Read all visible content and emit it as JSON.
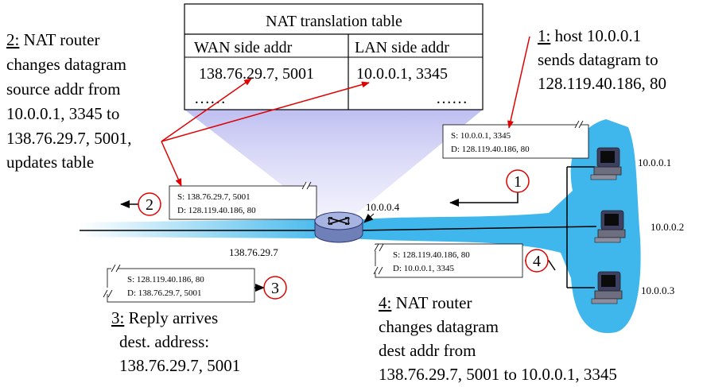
{
  "nat_table": {
    "title": "NAT translation table",
    "wan_header": "WAN side addr",
    "lan_header": "LAN side addr",
    "wan_value": "138.76.29.7, 5001",
    "lan_value": "10.0.0.1, 3345",
    "wan_more": "……",
    "lan_more": "……"
  },
  "step1": {
    "num": "1:",
    "lines": [
      " host 10.0.0.1",
      "sends datagram to",
      "128.119.40.186, 80"
    ]
  },
  "step2": {
    "num": "2:",
    "lines": [
      " NAT router",
      "changes datagram",
      "source addr from",
      "10.0.0.1, 3345 to",
      "138.76.29.7, 5001,",
      "updates table"
    ]
  },
  "step3": {
    "num": "3:",
    "lines": [
      " Reply arrives",
      "dest. address:",
      "138.76.29.7, 5001"
    ]
  },
  "step4": {
    "num": "4:",
    "lines": [
      " NAT router",
      "changes datagram",
      "dest addr from",
      "138.76.29.7, 5001 to 10.0.0.1, 3345"
    ]
  },
  "packets": {
    "p1": {
      "src": "S: 10.0.0.1, 3345",
      "dst": "D: 128.119.40.186, 80"
    },
    "p2": {
      "src": "S: 138.76.29.7, 5001",
      "dst": "D: 128.119.40.186, 80"
    },
    "p3": {
      "src": "S: 128.119.40.186, 80",
      "dst": "D: 138.76.29.7, 5001"
    },
    "p4": {
      "src": "S: 128.119.40.186, 80",
      "dst": "D: 10.0.0.1, 3345"
    }
  },
  "markers": {
    "m1": "1",
    "m2": "2",
    "m3": "3",
    "m4": "4"
  },
  "addresses": {
    "router_lan": "10.0.0.4",
    "router_wan": "138.76.29.7",
    "host1": "10.0.0.1",
    "host2": "10.0.0.2",
    "host3": "10.0.0.3"
  },
  "colors": {
    "lan_blue": "#3fb7ec",
    "callout": "#e00000",
    "projection": "#c7c7f2"
  }
}
